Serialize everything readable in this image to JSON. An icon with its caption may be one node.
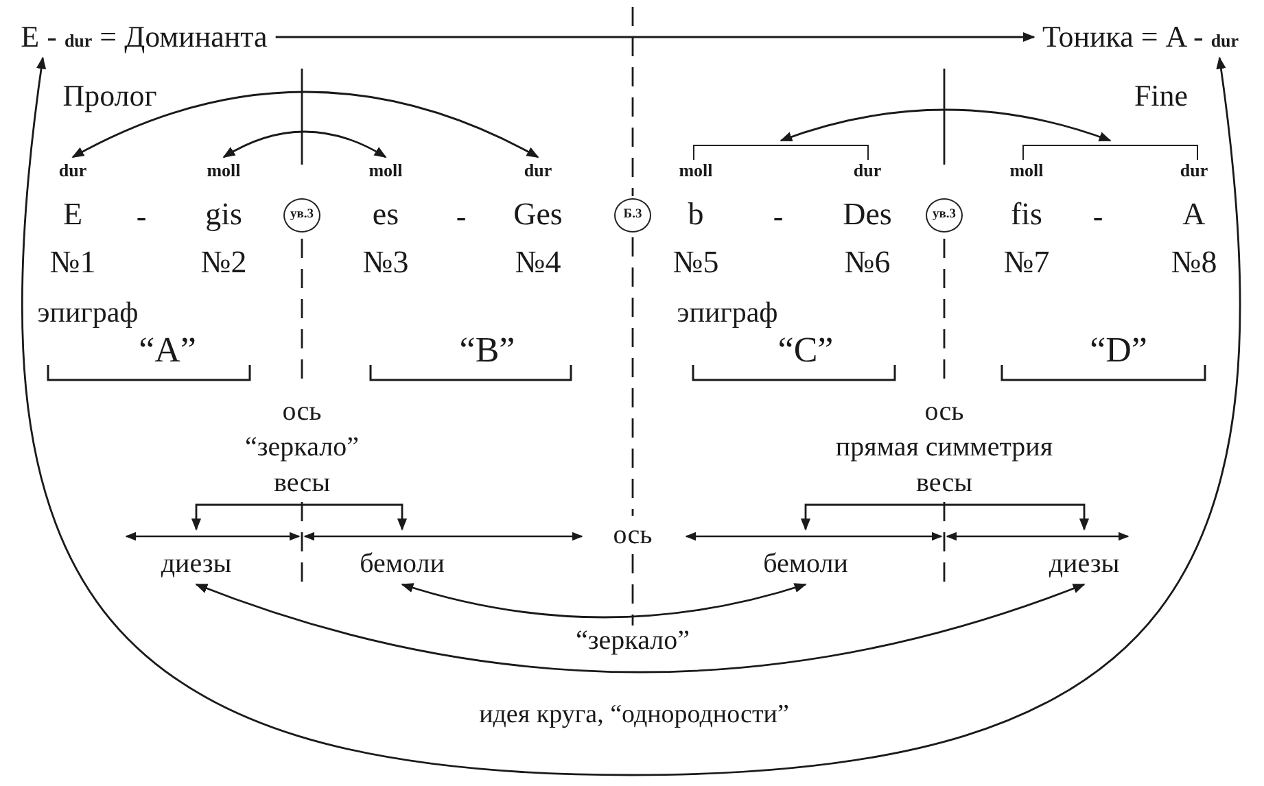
{
  "diagram": {
    "nodes": [
      {
        "text": [
          "E - **dur** = Доминанта"
        ]
      },
      {
        "text": [
          "Тоника = A - **dur**"
        ]
      },
      {
        "text": [
          "dur",
          "E",
          "№1"
        ]
      },
      {
        "text": [
          "moll",
          "gis",
          "№2"
        ]
      },
      {
        "text": [
          "ув.3"
        ]
      },
      {
        "text": [
          "moll",
          "es",
          "№3"
        ]
      },
      {
        "text": [
          "dur",
          "Ges",
          "№4"
        ]
      },
      {
        "text": [
          "Б.3"
        ]
      },
      {
        "text": [
          "moll",
          "b",
          "№5"
        ]
      },
      {
        "text": [
          "dur",
          "Des",
          "№6"
        ]
      },
      {
        "text": [
          "ув.3"
        ]
      },
      {
        "text": [
          "moll",
          "fis",
          "№7"
        ]
      },
      {
        "text": [
          "dur",
          "A",
          "№8"
        ]
      },
      {
        "text": [],
        "shape": "bracket"
      },
      {
        "text": [],
        "shape": "bracket"
      },
      {
        "text": [
          "диезы"
        ]
      },
      {
        "text": [
          "бемоли"
        ]
      },
      {
        "text": [
          "бемоли"
        ]
      },
      {
        "text": [
          "диезы"
        ]
      }
    ],
    "edges": [
      {
        "from": 0,
        "to": 1,
        "arrow": "to"
      },
      {
        "from": 0,
        "to": 1,
        "arrow": "both",
        "label": "идея круга, “однородности”"
      },
      {
        "from": 2,
        "to": 6,
        "arrow": "both"
      },
      {
        "from": 3,
        "to": 5,
        "arrow": "both"
      },
      {
        "from": 13,
        "to": 14,
        "arrow": "both"
      },
      {
        "from": 16,
        "to": 17,
        "arrow": "both",
        "label": "“зеркало”"
      },
      {
        "from": 15,
        "to": 18,
        "arrow": "both"
      },
      {
        "from": 15,
        "to": 16,
        "arrow": "both"
      },
      {
        "from": 17,
        "to": 18,
        "arrow": "both"
      }
    ],
    "labels": [
      "Пролог",
      "Fine",
      "-",
      "-",
      "-",
      "-",
      "эпиграф",
      "эпиграф",
      "“A”",
      "“B”",
      "“C”",
      "“D”",
      "ось",
      "ось",
      "“зеркало”",
      "прямая симметрия",
      "весы",
      "весы",
      "ось"
    ]
  }
}
